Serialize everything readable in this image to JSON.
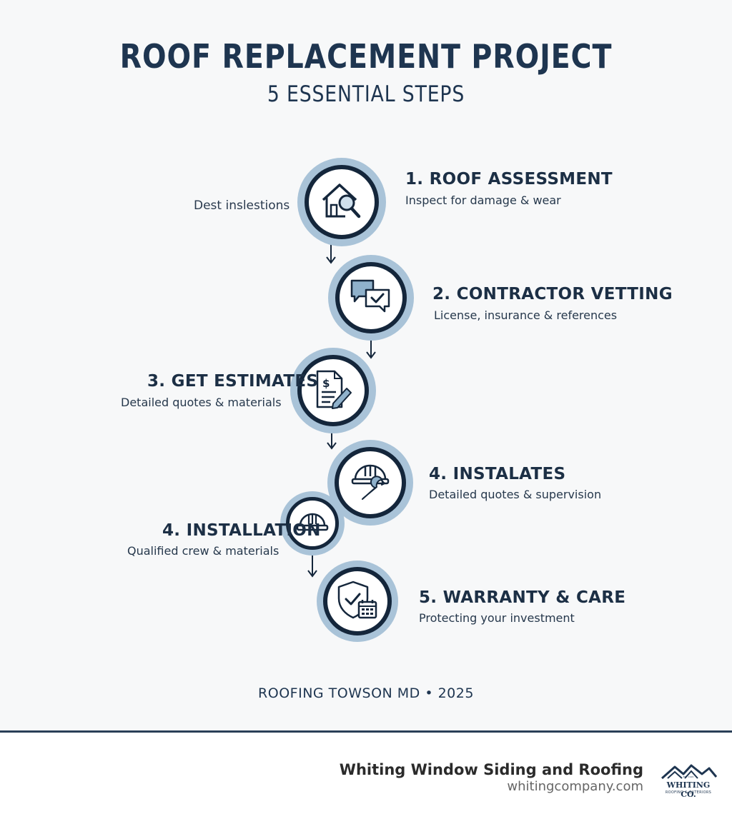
{
  "header": {
    "title": "ROOF REPLACEMENT PROJECT",
    "subtitle": "5 ESSENTIAL STEPS"
  },
  "side_note": "Dest inslestions",
  "steps": [
    {
      "title": "1. ROOF ASSESSMENT",
      "desc": "Inspect for damage & wear",
      "icon": "house-magnifier-icon"
    },
    {
      "title": "2. CONTRACTOR VETTING",
      "desc": "License, insurance & references",
      "icon": "chat-bubbles-icon"
    },
    {
      "title": "3. GET ESTIMATES",
      "desc": "Detailed quotes & materials",
      "icon": "document-pencil-icon"
    },
    {
      "title": "4. INSTALATES",
      "desc": "Detailed quotes & supervision",
      "icon": "hardhat-wrench-icon"
    },
    {
      "title": "4. INSTALLATION",
      "desc": "Qualified crew & materials",
      "icon": "hardhat-icon"
    },
    {
      "title": "5. WARRANTY & CARE",
      "desc": "Protecting your investment",
      "icon": "shield-calendar-icon"
    }
  ],
  "footer_note": "ROOFING TOWSON MD • 2025",
  "brand": {
    "company": "Whiting Window Siding and Roofing",
    "website": "whitingcompany.com",
    "logo_name": "WHITING CO.",
    "logo_sub": "ROOFING & EXTERIORS",
    "logo_est": "EST. 1920"
  },
  "colors": {
    "navy": "#14263b",
    "ring": "#a9c3d8",
    "accent_blue": "#8fb1cb"
  }
}
